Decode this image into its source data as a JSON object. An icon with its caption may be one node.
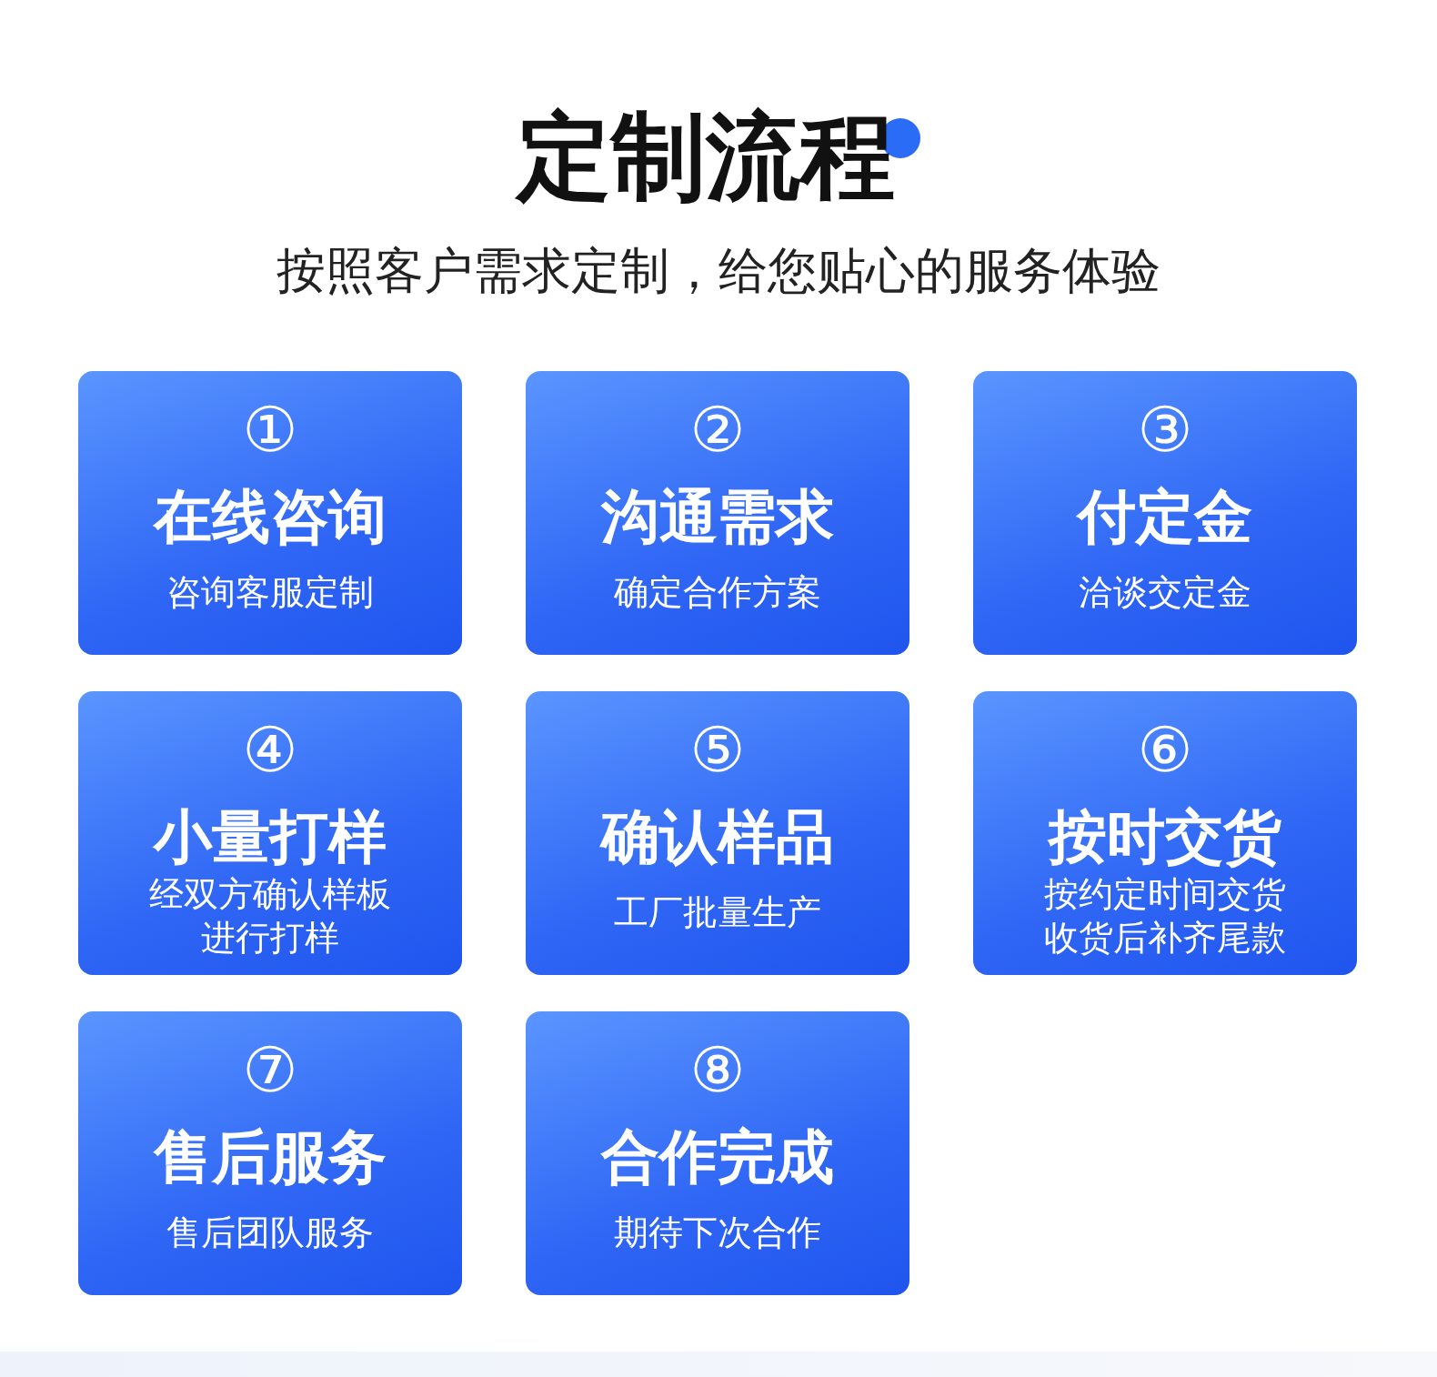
{
  "diagram": {
    "title": "定制流程",
    "nodes": [
      {
        "text": [
          "①",
          "在线咨询",
          "咨询客服定制"
        ]
      },
      {
        "text": [
          "②",
          "沟通需求",
          "确定合作方案"
        ]
      },
      {
        "text": [
          "③",
          "付定金",
          "洽谈交定金"
        ]
      },
      {
        "text": [
          "④",
          "小量打样",
          "经双方确认样板进行打样"
        ]
      },
      {
        "text": [
          "⑤",
          "确认样品",
          "工厂批量生产"
        ]
      },
      {
        "text": [
          "⑥",
          "按时交货",
          "按约定时间交货收货后补齐尾款"
        ]
      },
      {
        "text": [
          "⑦",
          "售后服务",
          "售后团队服务"
        ]
      },
      {
        "text": [
          "⑧",
          "合作完成",
          "期待下次合作"
        ]
      }
    ],
    "labels": [
      "按照客户需求定制，给您贴心的服务体验"
    ]
  }
}
